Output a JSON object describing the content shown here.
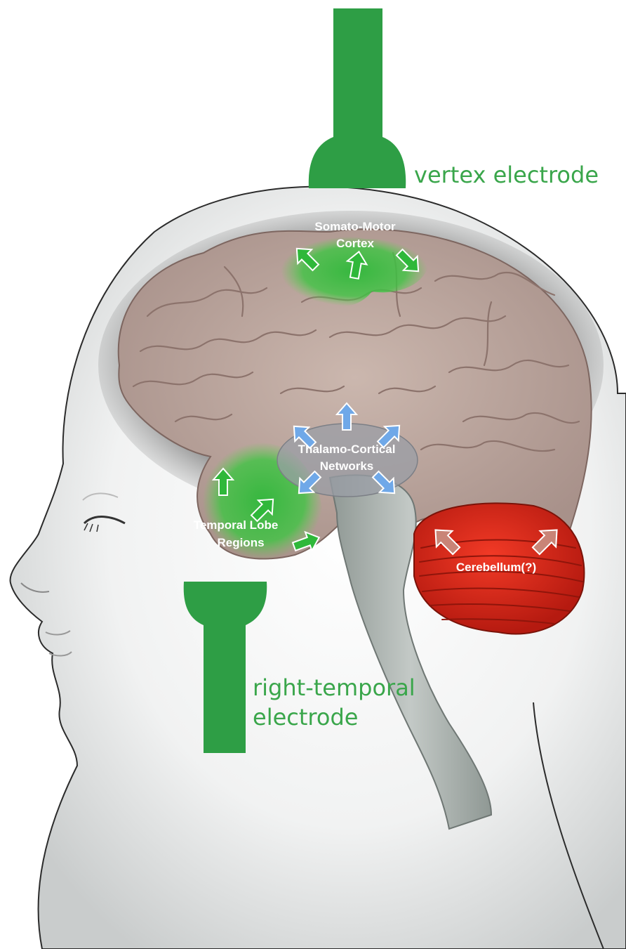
{
  "colors": {
    "electrode": "#2e9e45",
    "electrode_text": "#3aa64b",
    "active_green": "#2fb83a",
    "thalamus_arrow": "#6fa8e8",
    "cerebellum": "#e2261a",
    "cerebellum_arrow": "#c98477",
    "brain": "#c4aea6",
    "head_shade": "#d9dcdc",
    "brainstem": "#a9b2ae"
  },
  "labels": {
    "vertex_electrode": "vertex electrode",
    "right_temporal_line1": "right-temporal",
    "right_temporal_line2": "electrode",
    "somato_motor_line1": "Somato-Motor",
    "somato_motor_line2": "Cortex",
    "thalamo_line1": "Thalamo-Cortical",
    "thalamo_line2": "Networks",
    "temporal_line1": "Temporal Lobe",
    "temporal_line2": "Regions",
    "cerebellum": "Cerebellum(?)"
  },
  "icons": {
    "arrow_green": "green-arrow-icon",
    "arrow_blue": "blue-arrow-icon",
    "arrow_red": "red-arrow-icon",
    "electrode": "electrode-icon"
  }
}
